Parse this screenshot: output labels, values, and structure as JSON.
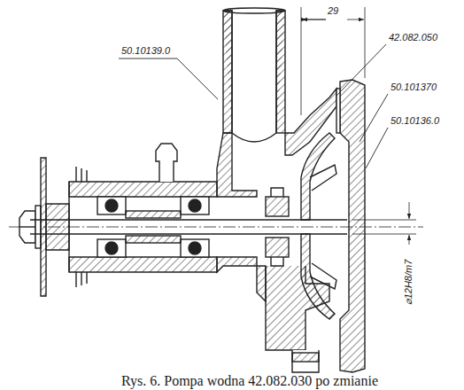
{
  "diagram": {
    "caption": "Rys. 6. Pompa wodna 42.082.030 po zmianie",
    "labels": [
      "29",
      "50.10139.0",
      "42.082.050",
      "50.101370",
      "50.10136.0",
      "⌀12H8/m7"
    ]
  }
}
